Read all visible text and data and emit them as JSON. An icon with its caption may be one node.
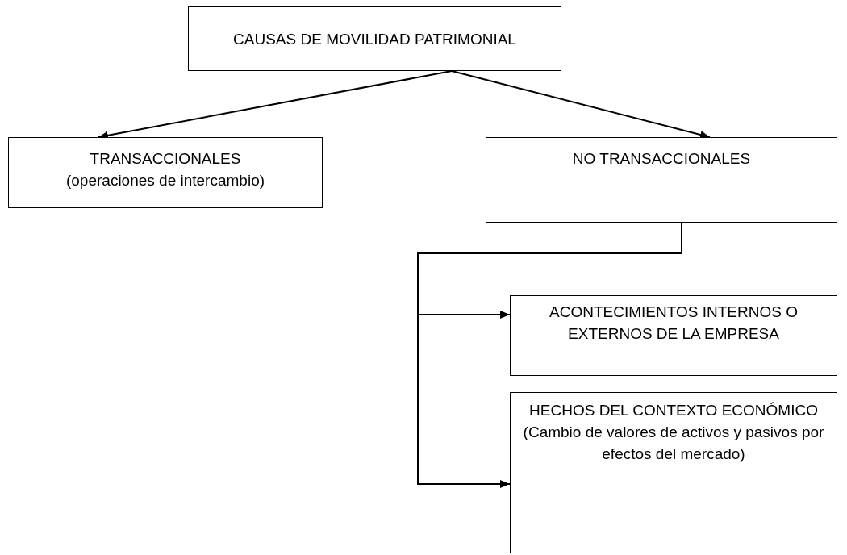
{
  "diagram": {
    "nodes": [
      {
        "text": [
          "CAUSAS DE MOVILIDAD PATRIMONIAL"
        ]
      },
      {
        "text": [
          "TRANSACCIONALES",
          "(operaciones de intercambio)"
        ]
      },
      {
        "text": [
          "NO TRANSACCIONALES"
        ]
      },
      {
        "text": [
          "ACONTECIMIENTOS INTERNOS O EXTERNOS DE LA EMPRESA"
        ]
      },
      {
        "text": [
          "HECHOS DEL CONTEXTO ECONÓMICO",
          "(Cambio de valores de activos y pasivos por efectos del mercado)"
        ]
      }
    ],
    "edges": [
      {
        "from": 0,
        "to": 1,
        "arrow": "to"
      },
      {
        "from": 0,
        "to": 2,
        "arrow": "to"
      },
      {
        "from": 2,
        "to": 3,
        "arrow": "to"
      },
      {
        "from": 2,
        "to": 4,
        "arrow": "to"
      }
    ]
  }
}
